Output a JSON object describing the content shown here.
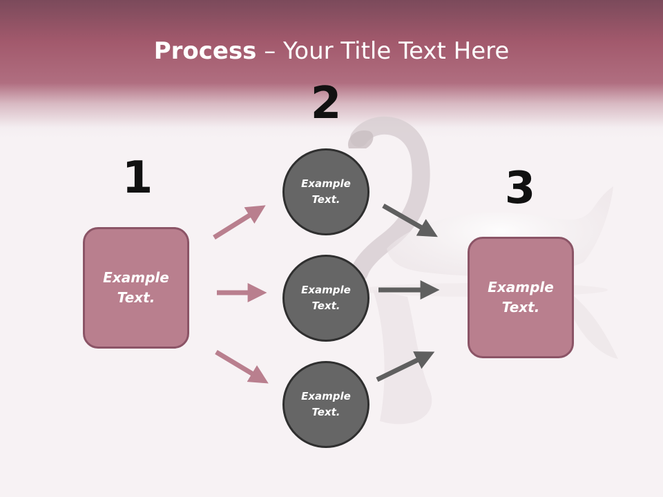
{
  "slide": {
    "title_bold": "Process",
    "title_rest": " – Your Title Text Here"
  },
  "steps": {
    "one": "1",
    "two": "2",
    "three": "3"
  },
  "boxes": {
    "left": [
      "Example",
      "Text."
    ],
    "right": [
      "Example",
      "Text."
    ]
  },
  "circles": [
    [
      "Example",
      "Text."
    ],
    [
      "Example",
      "Text."
    ],
    [
      "Example",
      "Text."
    ]
  ],
  "colors": {
    "header": "#a2596c",
    "box_fill": "#b97f8e",
    "box_border": "#8b5466",
    "pink_arrow": "#b97f8e",
    "circle_fill": "#666666",
    "gray_arrow": "#5f5f5f"
  }
}
